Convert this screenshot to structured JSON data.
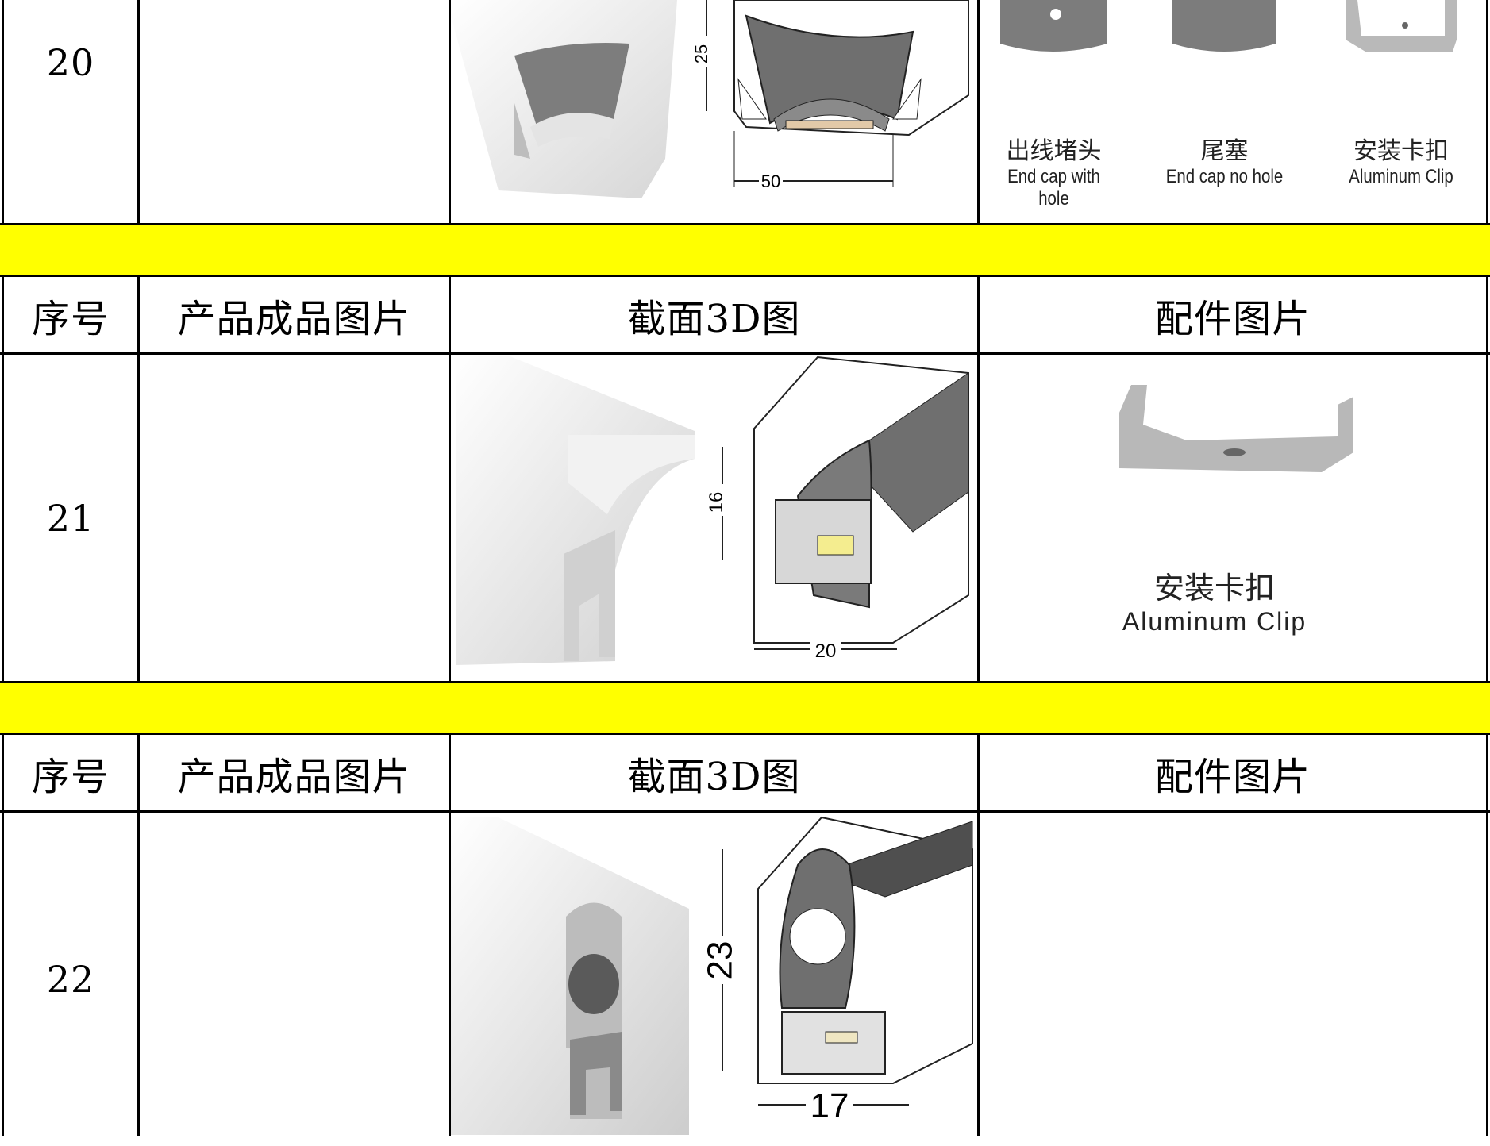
{
  "rows": [
    {
      "number": "20",
      "cross_section": {
        "dims": [
          "25",
          "50"
        ]
      },
      "accessories": [
        {
          "zh": "出线堵头",
          "en": "End cap with hole"
        },
        {
          "zh": "尾塞",
          "en": "End cap no hole"
        },
        {
          "zh": "安装卡扣",
          "en": "Aluminum Clip"
        }
      ]
    },
    {
      "number": "21",
      "cross_section": {
        "dims": [
          "16",
          "20"
        ]
      },
      "accessories": [
        {
          "zh": "安装卡扣",
          "en": "Aluminum Clip"
        }
      ]
    },
    {
      "number": "22",
      "cross_section": {
        "dims": [
          "23",
          "17"
        ]
      },
      "accessories": []
    }
  ],
  "header": {
    "col_number": "序号",
    "col_product_photo": "产品成品图片",
    "col_cross_section_3d": "截面3D图",
    "col_accessory_photo": "配件图片"
  },
  "colors": {
    "band": "#ffff00",
    "grid": "#000000"
  }
}
